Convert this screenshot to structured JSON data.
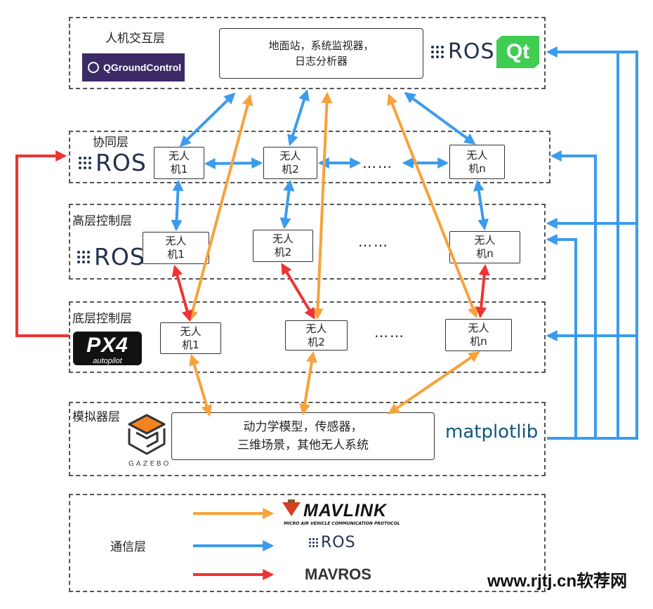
{
  "layers": {
    "hci": {
      "title": "人机交互层",
      "node_line1": "地面站，系统监视器，",
      "node_line2": "日志分析器"
    },
    "coop": {
      "title": "协同层"
    },
    "high": {
      "title": "高层控制层"
    },
    "low": {
      "title": "底层控制层"
    },
    "sim": {
      "title": "模拟器层",
      "node_line1": "动力学模型，传感器，",
      "node_line2": "三维场景，其他无人系统"
    },
    "comm": {
      "title": "通信层"
    }
  },
  "uav": {
    "n1_line1": "无人",
    "n1_line2": "机1",
    "n2_line1": "无人",
    "n2_line2": "机2",
    "nn_line1": "无人",
    "nn_line2": "机n",
    "ellipsis": "……"
  },
  "logos": {
    "qgc": "QGroundControl",
    "ros": "ROS",
    "qt": "Qt",
    "px4": "PX4",
    "px4_sub": "autopilot",
    "gazebo": "GAZEBO",
    "matplotlib": "matplotlib",
    "mavlink": "MAVLINK",
    "mavlink_sub": "MICRO AIR VEHICLE COMMUNICATION PROTOCOL",
    "mavros": "MAVROS"
  },
  "watermark": "www.rjtj.cn软荐网",
  "colors": {
    "mavlink": "#f7a23b",
    "ros": "#3b9bec",
    "mavros": "#ee3333"
  }
}
